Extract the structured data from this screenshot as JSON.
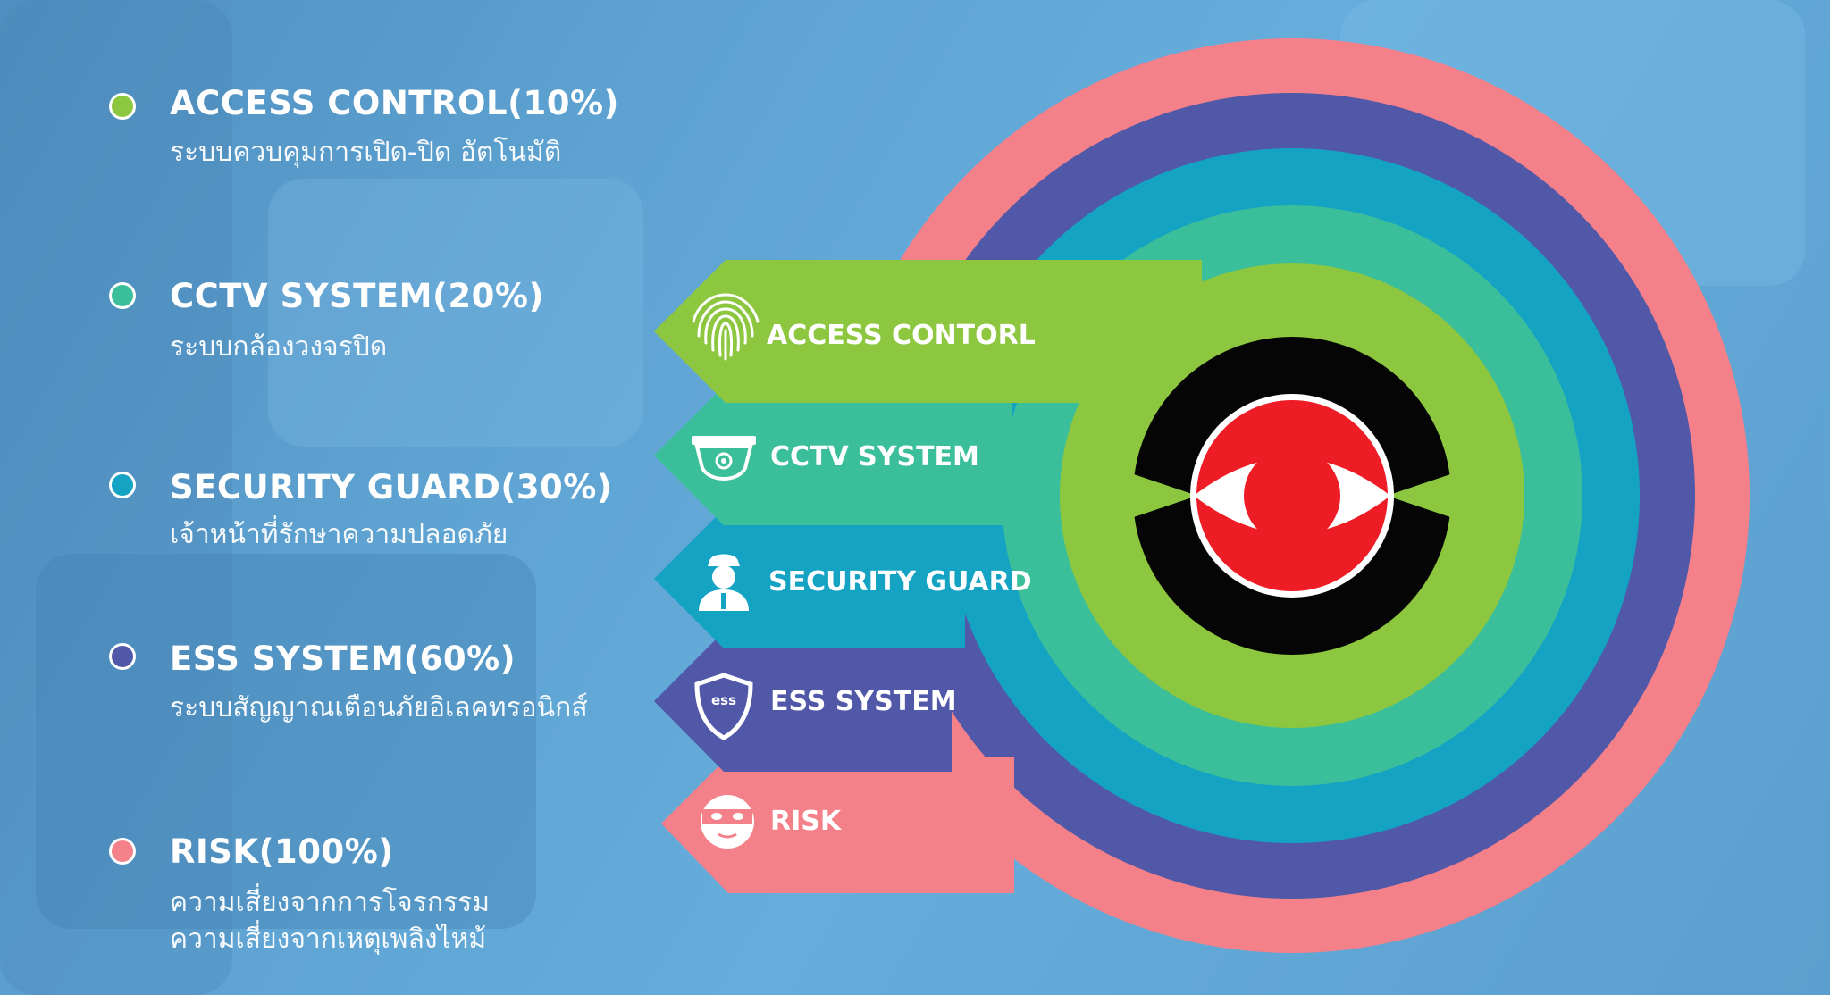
{
  "legend": [
    {
      "title": "ACCESS CONTROL(10%)",
      "desc_lines": [
        "ระบบควบคุมการเปิด-ปิด อัตโนมัติ"
      ],
      "color": "#8dc63f"
    },
    {
      "title": "CCTV SYSTEM(20%)",
      "desc_lines": [
        "ระบบกล้องวงจรปิด"
      ],
      "color": "#3bbf9a"
    },
    {
      "title": "SECURITY GUARD(30%)",
      "desc_lines": [
        "เจ้าหน้าที่รักษาความปลอดภัย"
      ],
      "color": "#15a3c4"
    },
    {
      "title": "ESS SYSTEM(60%)",
      "desc_lines": [
        "ระบบสัญญาณเตือนภัยอิเลคทรอนิกส์"
      ],
      "color": "#5158a8"
    },
    {
      "title": "RISK(100%)",
      "desc_lines": [
        "ความเสี่ยงจากการโจรกรรม",
        "ความเสี่ยงจากเหตุเพลิงไหม้"
      ],
      "color": "#f4808a"
    }
  ],
  "layers": [
    {
      "label": "ACCESS CONTORL",
      "icon": "fingerprint-icon",
      "color": "#8dc63f"
    },
    {
      "label": "CCTV SYSTEM",
      "icon": "cctv-camera-icon",
      "color": "#3bbf9a"
    },
    {
      "label": "SECURITY GUARD",
      "icon": "security-guard-icon",
      "color": "#15a3c4"
    },
    {
      "label": "ESS SYSTEM",
      "icon": "ess-shield-icon",
      "color": "#5158a8"
    },
    {
      "label": "RISK",
      "icon": "burglar-mask-icon",
      "color": "#f4808a"
    }
  ],
  "center_logo": {
    "icon": "eye-logo-icon",
    "ring_color": "#050505",
    "iris_color": "#ee1c25",
    "white": "#ffffff"
  }
}
